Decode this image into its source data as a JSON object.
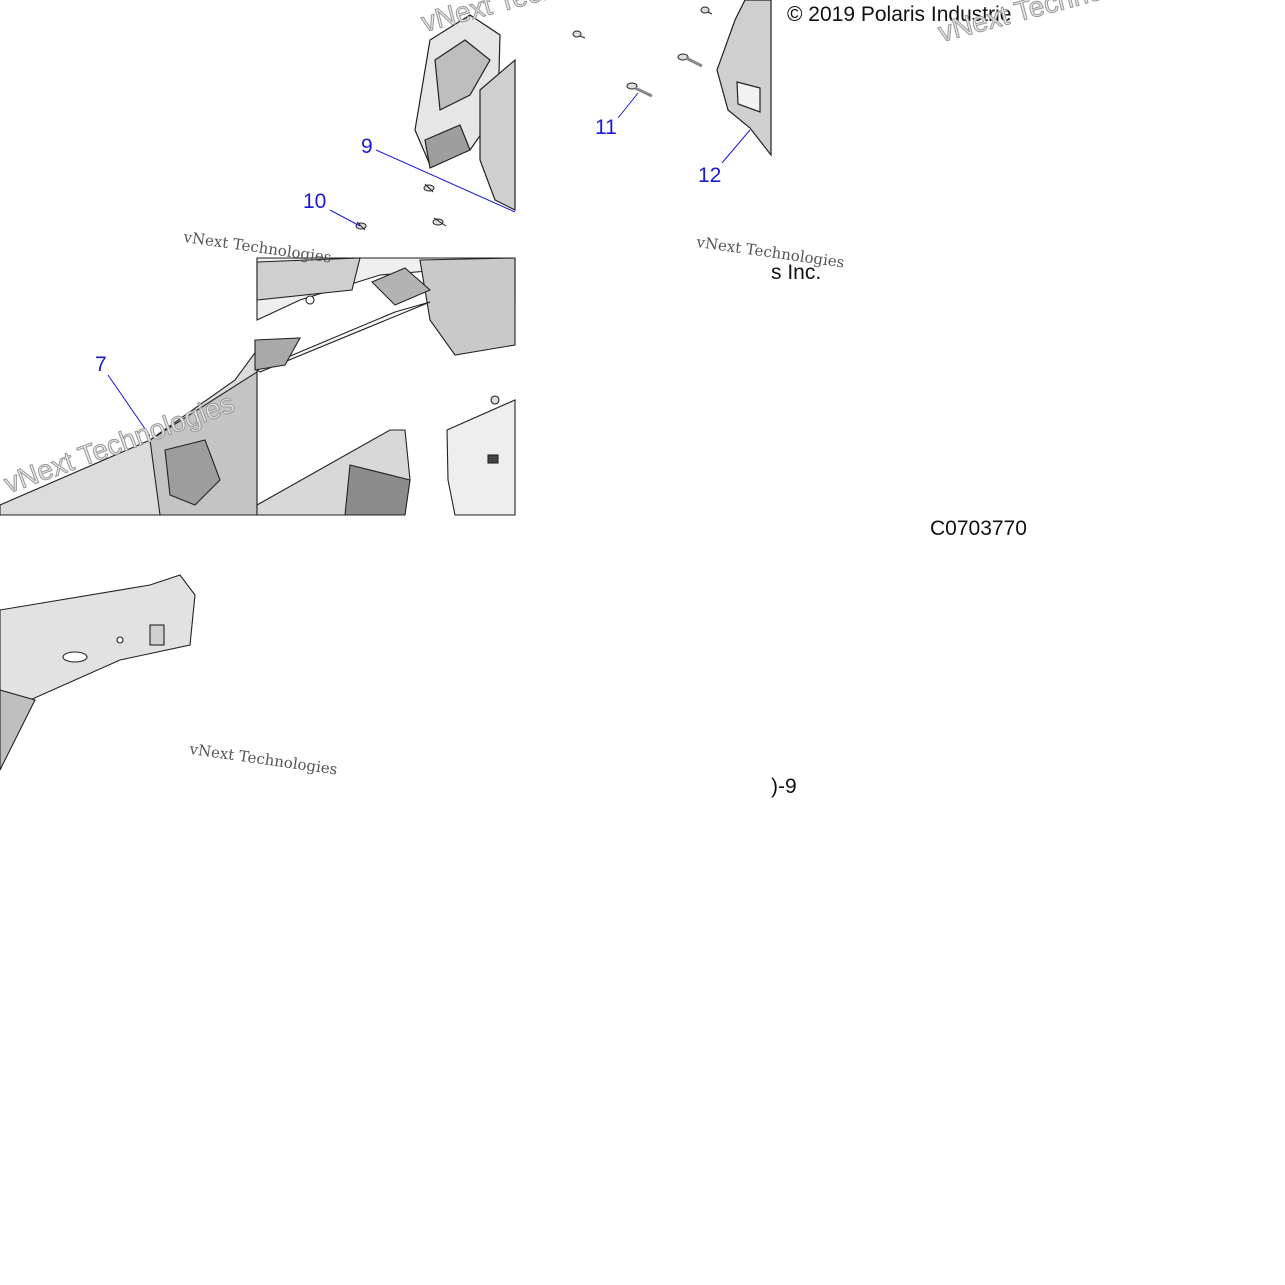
{
  "callouts": {
    "c7": "7",
    "c9": "9",
    "c10": "10",
    "c11": "11",
    "c12": "12"
  },
  "copyright": "© 2019 Polaris Industrie",
  "copyright_tail": "s Inc.",
  "code": "C0703770",
  "page_fragment": ")-9",
  "watermarks": {
    "small": "vNext Technologies",
    "big": "vNext Technologies"
  },
  "colors": {
    "callout": "#1a1ad6",
    "line_art": "#222222",
    "shade_dark": "#9a9a9a",
    "shade_light": "#d9d9d9"
  }
}
